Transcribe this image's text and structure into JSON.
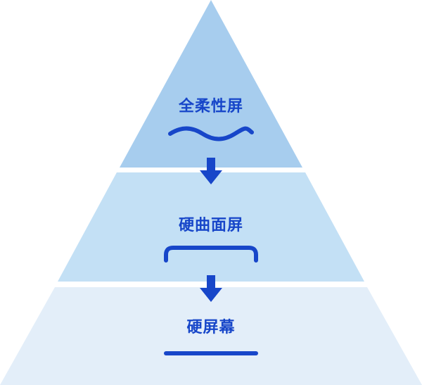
{
  "colors": {
    "tier_top": "#a7cdee",
    "tier_middle": "#c3e0f5",
    "tier_bottom": "#e3eef9",
    "accent": "#1746c9"
  },
  "tiers": [
    {
      "label": "全柔性屏",
      "symbol": "wave-line"
    },
    {
      "label": "硬曲面屏",
      "symbol": "curved-bracket"
    },
    {
      "label": "硬屏幕",
      "symbol": "flat-line"
    }
  ]
}
